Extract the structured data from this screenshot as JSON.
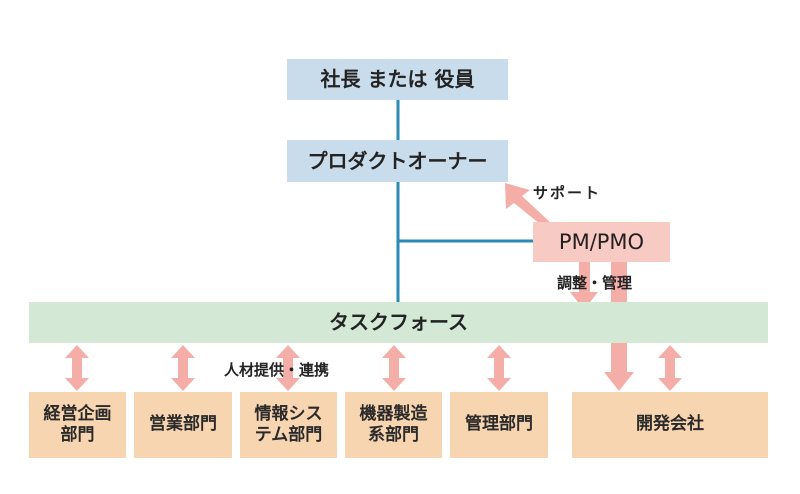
{
  "nodes": {
    "president": "社長 または 役員",
    "product_owner": "プロダクトオーナー",
    "pm_pmo": "PM/PMO",
    "task_force": "タスクフォース",
    "departments": [
      "経営企画\n部門",
      "営業部門",
      "情報シス\nテム部門",
      "機器製造\n系部門",
      "管理部門",
      "開発会社"
    ]
  },
  "labels": {
    "support": "サポート",
    "coordination": "調整・管理",
    "staffing": "人材提供・連携"
  },
  "colors": {
    "leadership": "#c8dcec",
    "pm": "#f8cac4",
    "task_force": "#d3e8d5",
    "departments": "#f8d5b1",
    "connector": "#2b8ab6",
    "arrow": "#f4aea7"
  }
}
